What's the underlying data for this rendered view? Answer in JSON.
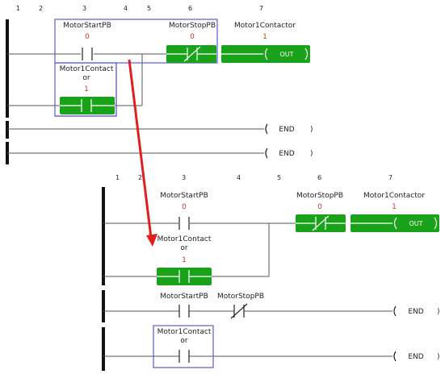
{
  "columns": [
    "1",
    "2",
    "3",
    "4",
    "5",
    "6",
    "7"
  ],
  "top_diagram": {
    "start_pb": {
      "label": "MotorStartPB",
      "value": "0"
    },
    "stop_pb": {
      "label": "MotorStopPB",
      "value": "0"
    },
    "contactor": {
      "label": "Motor1Contactor",
      "value": "1",
      "coil_text": "OUT"
    },
    "latch": {
      "label_line1": "Motor1Contact",
      "label_line2": "or",
      "value": "1"
    },
    "end_label": "END",
    "paren_close": ")"
  },
  "bottom_diagram": {
    "start_pb": {
      "label": "MotorStartPB",
      "value": "0"
    },
    "stop_pb": {
      "label": "MotorStopPB",
      "value": "0"
    },
    "contactor": {
      "label": "Motor1Contactor",
      "value": "1",
      "coil_text": "OUT"
    },
    "latch": {
      "label_line1": "Motor1Contact",
      "label_line2": "or",
      "value": "1"
    },
    "rung3": {
      "start_label": "MotorStartPB",
      "stop_label": "MotorStopPB",
      "end_label": "END"
    },
    "rung4": {
      "label_line1": "Motor1Contact",
      "label_line2": "or",
      "end_label": "END"
    },
    "paren_close": ")"
  },
  "colors": {
    "energized": "#1aa31a",
    "selection": "#5a5ad8",
    "arrow": "#e01f1f",
    "value_text": "#c83a2a"
  }
}
